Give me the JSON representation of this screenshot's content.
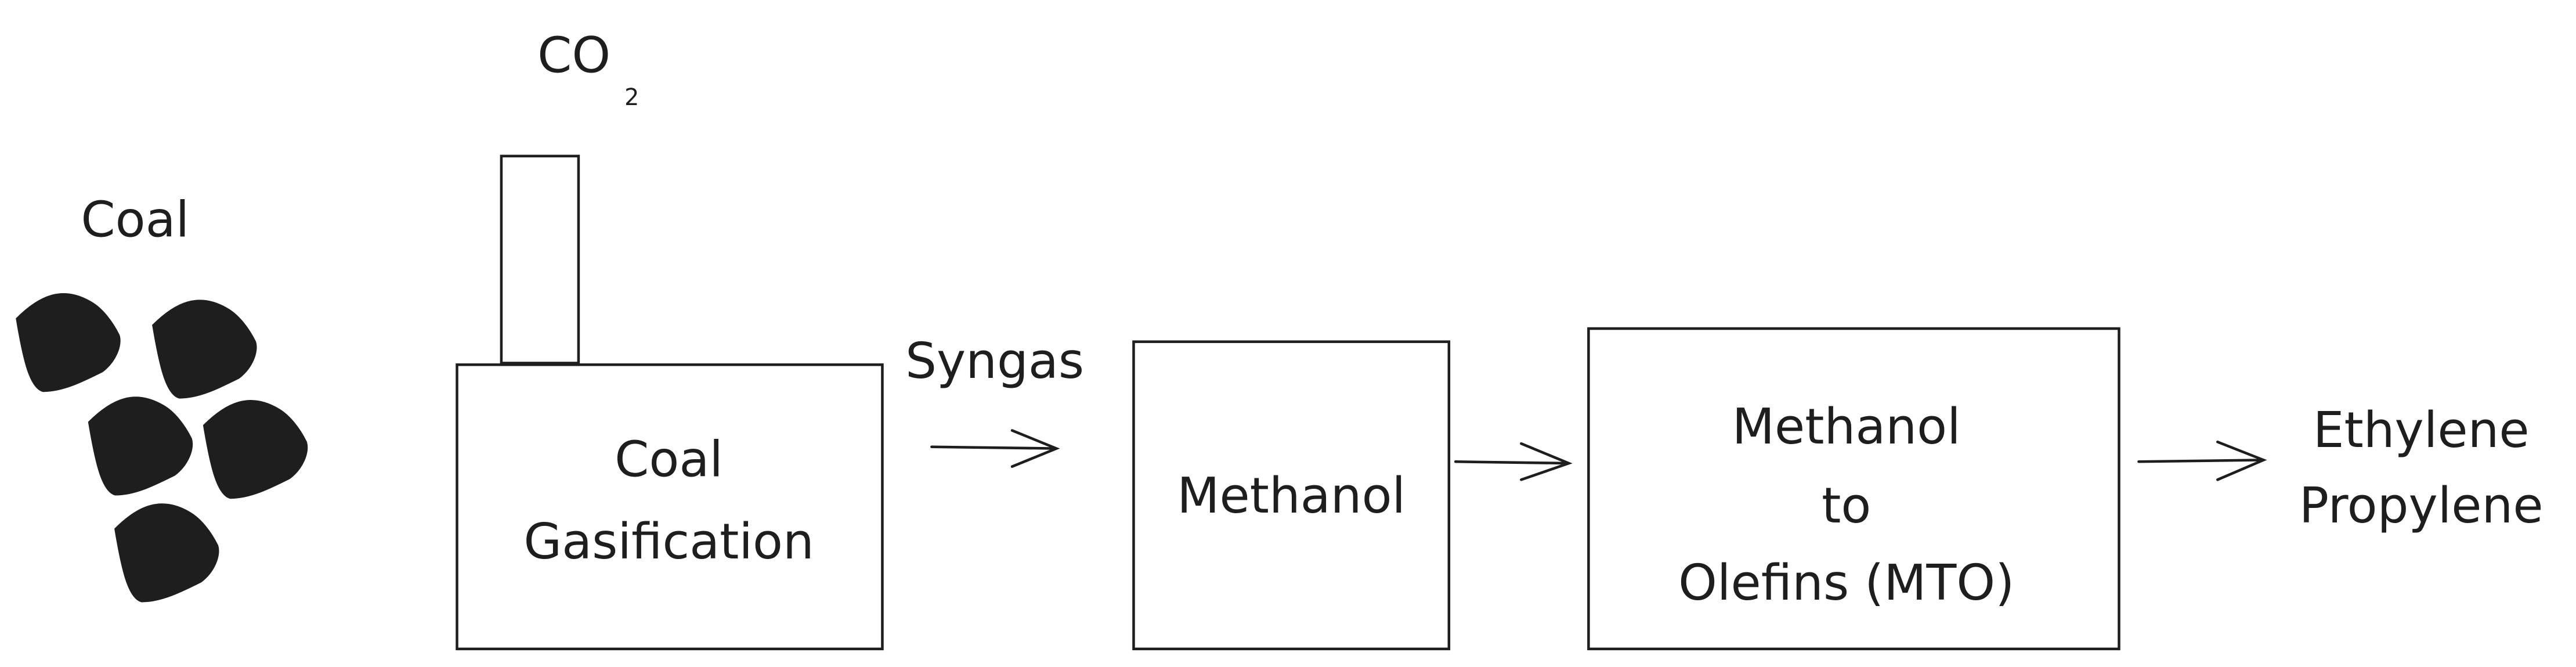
{
  "diagram": {
    "feed_label": "Coal",
    "emission_label": {
      "main": "CO",
      "subscript": "2"
    },
    "nodes": [
      {
        "id": "gasification",
        "lines": [
          "Coal",
          "Gasification"
        ]
      },
      {
        "id": "methanol",
        "lines": [
          "Methanol"
        ]
      },
      {
        "id": "mto",
        "lines": [
          "Methanol",
          "to",
          "Olefins (MTO)"
        ]
      }
    ],
    "edges": [
      {
        "from": "gasification",
        "to": "methanol",
        "label": "Syngas"
      },
      {
        "from": "methanol",
        "to": "mto",
        "label": ""
      },
      {
        "from": "mto",
        "to": "products",
        "label": ""
      }
    ],
    "products": [
      "Ethylene",
      "Propylene"
    ],
    "colors": {
      "stroke": "#1e1e1e",
      "coal": "#1e1e1e",
      "background": "#ffffff"
    }
  }
}
